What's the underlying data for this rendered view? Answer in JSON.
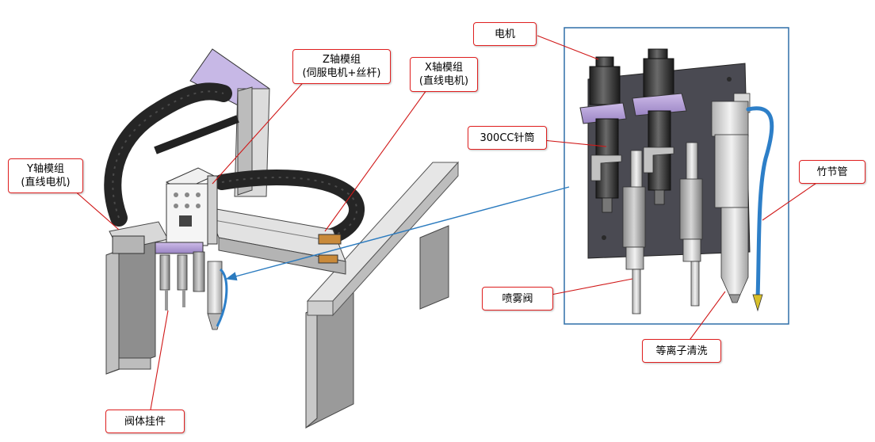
{
  "labels": {
    "motor": "电机",
    "z_axis_l1": "Z轴模组",
    "z_axis_l2": "(伺服电机+丝杆)",
    "x_axis_l1": "X轴模组",
    "x_axis_l2": "(直线电机)",
    "y_axis_l1": "Y轴模组",
    "y_axis_l2": "(直线电机)",
    "syringe": "300CC针筒",
    "bamboo_tube": "竹节管",
    "spray_valve": "喷雾阀",
    "plasma_cleaning": "等离子清洗",
    "valve_mount": "阀体挂件"
  },
  "colors": {
    "callout_border": "#e02020",
    "leader_line": "#d01818",
    "detail_frame": "#2f6fa8",
    "zoom_arrow": "#2b7bbf",
    "frame_purple": "#b8a4dc",
    "motor_black": "#2a2a2a",
    "valve_silver": "#c8c8c8"
  }
}
